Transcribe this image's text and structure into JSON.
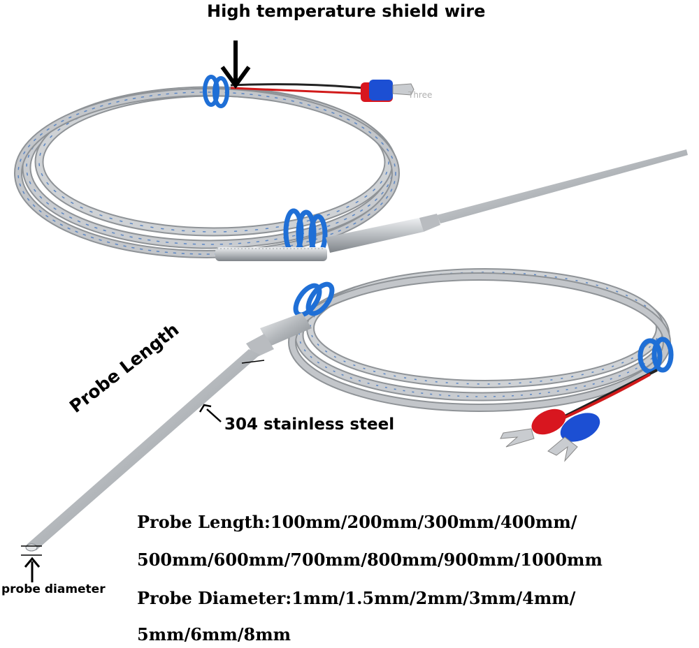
{
  "image": {
    "title_label": "High temperature shield wire",
    "probe_length_label": "Probe Length",
    "material_label": "304 stainless steel",
    "probe_diameter_label": "probe diameter",
    "watermark": "Three",
    "specs": {
      "length_line1": "Probe Length:100mm/200mm/300mm/400mm/",
      "length_line2": "500mm/600mm/700mm/800mm/900mm/1000mm",
      "diameter_line1": "Probe Diameter:1mm/1.5mm/2mm/3mm/4mm/",
      "diameter_line2": "5mm/6mm/8mm"
    }
  },
  "colors": {
    "braid": "#b9bcc0",
    "braid_dark": "#8e9296",
    "tie_blue": "#1f6fd6",
    "terminal_red": "#d8161f",
    "terminal_blue": "#1c4fd3",
    "steel": "#c7cacd"
  }
}
